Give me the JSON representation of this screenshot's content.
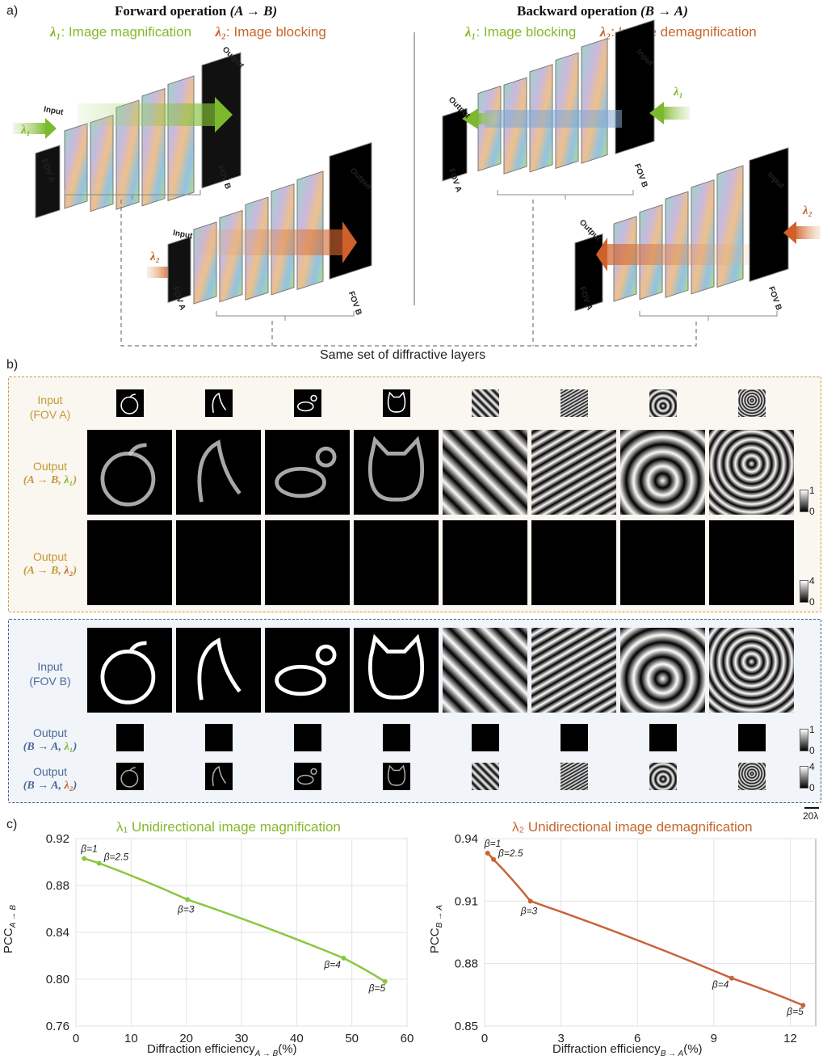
{
  "panel_a": {
    "label": "a)",
    "forward": {
      "title": "Forward operation",
      "title_math": "(A → B)",
      "sub1_sym": "λ₁",
      "sub1_text": ": Image magnification",
      "sub2_sym": "λ₂",
      "sub2_text": ": Image blocking"
    },
    "backward": {
      "title": "Backward operation",
      "title_math": "(B → A)",
      "sub1_sym": "λ₁",
      "sub1_text": ": Image blocking",
      "sub2_sym": "λ₂",
      "sub2_text": ": Image demagnification"
    },
    "labels": {
      "input": "Input",
      "output": "Output",
      "fov_a": "FOV A",
      "fov_b": "FOV B",
      "lambda1": "λ₁",
      "lambda2": "λ₂"
    },
    "caption": "Same set of diffractive layers"
  },
  "panel_b": {
    "label": "b)",
    "row1_label": [
      "Input",
      "(FOV A)"
    ],
    "row2_label": [
      "Output",
      "(A → B, ",
      "λ₁",
      ")"
    ],
    "row3_label": [
      "Output",
      "(A → B, ",
      "λ₂",
      ")"
    ],
    "row4_label": [
      "Input",
      "(FOV B)"
    ],
    "row5_label": [
      "Output",
      "(B → A, ",
      "λ₁",
      ")"
    ],
    "row6_label": [
      "Output",
      "(B → A, ",
      "λ₂",
      ")"
    ],
    "cbar_top": {
      "max": "1",
      "min": "0"
    },
    "cbar_mid": {
      "max": "4",
      "min": "0"
    },
    "cbar_b1": {
      "max": "1",
      "min": "0"
    },
    "cbar_b2": {
      "max": "4",
      "min": "0"
    },
    "scale_bar": "20λ"
  },
  "panel_c": {
    "label": "c)"
  },
  "chart_data": [
    {
      "type": "line",
      "title": "λ₁ Unidirectional image magnification",
      "xlabel": "Diffraction efficiency",
      "xlabel_sub": "A → B",
      "xlabel_unit": "(%)",
      "ylabel": "PCC",
      "ylabel_sub": "A → B",
      "xlim": [
        0,
        60
      ],
      "ylim": [
        0.76,
        0.92
      ],
      "xticks": [
        0,
        10,
        20,
        30,
        40,
        50,
        60
      ],
      "yticks": [
        0.76,
        0.8,
        0.84,
        0.88,
        0.92
      ],
      "ytick_labels": [
        "0.76",
        "0.80",
        "0.84",
        "0.88",
        "0.92"
      ],
      "grid": true,
      "color": "#8cc63f",
      "series": [
        {
          "x": [
            1.5,
            4.2,
            20.2,
            48.5,
            56.0
          ],
          "y": [
            0.903,
            0.899,
            0.868,
            0.818,
            0.798
          ]
        }
      ],
      "annotations": [
        "β=1",
        "β=2.5",
        "β=3",
        "β=4",
        "β=5"
      ]
    },
    {
      "type": "line",
      "title": "λ₂ Unidirectional image demagnification",
      "xlabel": "Diffraction efficiency",
      "xlabel_sub": "B → A",
      "xlabel_unit": "(%)",
      "ylabel": "PCC",
      "ylabel_sub": "B → A",
      "xlim": [
        0,
        13
      ],
      "ylim": [
        0.85,
        0.94
      ],
      "xticks": [
        0,
        3,
        6,
        9,
        12
      ],
      "yticks": [
        0.85,
        0.88,
        0.91,
        0.94
      ],
      "ytick_labels": [
        "0.85",
        "0.88",
        "0.91",
        "0.94"
      ],
      "grid": true,
      "color": "#c8643a",
      "series": [
        {
          "x": [
            0.12,
            0.35,
            1.8,
            9.7,
            12.5
          ],
          "y": [
            0.933,
            0.93,
            0.91,
            0.873,
            0.86
          ]
        }
      ],
      "annotations": [
        "β=1",
        "β=2.5",
        "β=3",
        "β=4",
        "β=5"
      ]
    }
  ]
}
